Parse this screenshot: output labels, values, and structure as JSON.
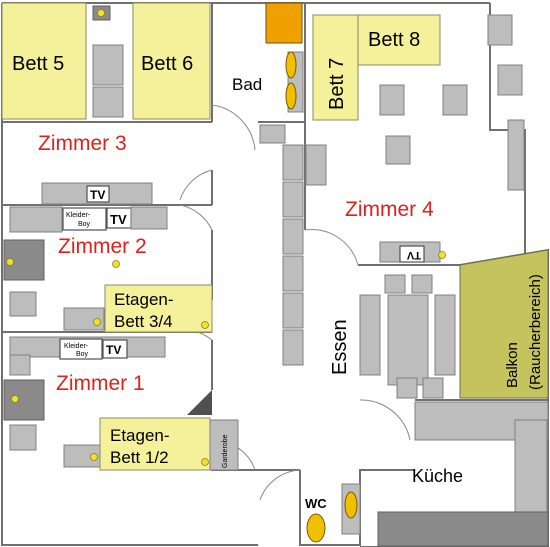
{
  "rooms": {
    "zimmer3": "Zimmer 3",
    "zimmer2": "Zimmer 2",
    "zimmer1": "Zimmer 1",
    "zimmer4": "Zimmer 4"
  },
  "beds": {
    "bett5": "Bett 5",
    "bett6": "Bett 6",
    "bett7": "Bett 7",
    "bett8": "Bett 8",
    "etagen34_line1": "Etagen-",
    "etagen34_line2": "Bett 3/4",
    "etagen12_line1": "Etagen-",
    "etagen12_line2": "Bett 1/2"
  },
  "areas": {
    "bad": "Bad",
    "essen": "Essen",
    "kueche": "Küche",
    "wc": "WC",
    "balkon_line1": "Balkon",
    "balkon_line2": "(Raucherbereich)",
    "garderobe": "Garderobe"
  },
  "items": {
    "tv": "TV",
    "kleiderboy_line1": "Kleider-",
    "kleiderboy_line2": "Boy"
  },
  "colors": {
    "room_label": "#e0201a",
    "bed_fill": "#f5f09a",
    "balcony_fill": "#c5c35e",
    "furniture": "#bdbdbd",
    "lamp": "#f0e030",
    "accent_orange": "#f0a000"
  }
}
